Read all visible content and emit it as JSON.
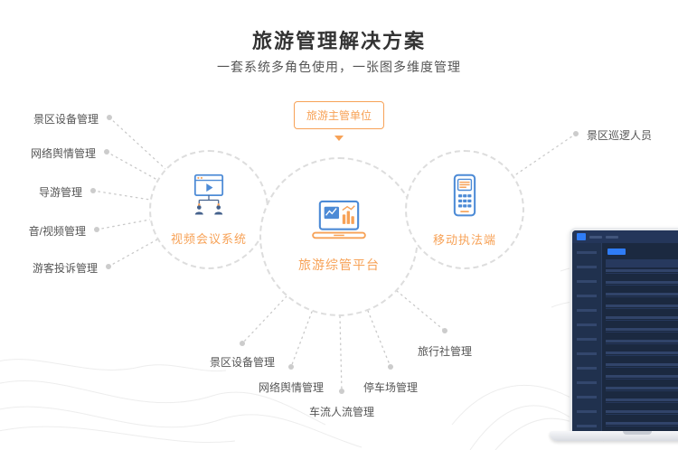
{
  "header": {
    "title": "旅游管理解决方案",
    "subtitle": "一套系统多角色使用，一张图多维度管理"
  },
  "badge": {
    "label": "旅游主管单位"
  },
  "nodes": {
    "left": {
      "label": "视频会议系统",
      "icon": "video-conference-icon"
    },
    "center": {
      "label": "旅游综管平台",
      "icon": "platform-laptop-icon"
    },
    "right": {
      "label": "移动执法端",
      "icon": "mobile-terminal-icon"
    }
  },
  "left_labels": [
    "景区设备管理",
    "网络舆情管理",
    "导游管理",
    "音/视频管理",
    "游客投诉管理"
  ],
  "right_labels": [
    "景区巡逻人员"
  ],
  "bottom_labels": [
    "景区设备管理",
    "网络舆情管理",
    "车流人流管理",
    "停车场管理",
    "旅行社管理"
  ],
  "colors": {
    "accent_orange": "#F7A257",
    "icon_blue": "#4D8BD6",
    "line_gray": "#C9C9C9",
    "text_gray": "#555555"
  }
}
